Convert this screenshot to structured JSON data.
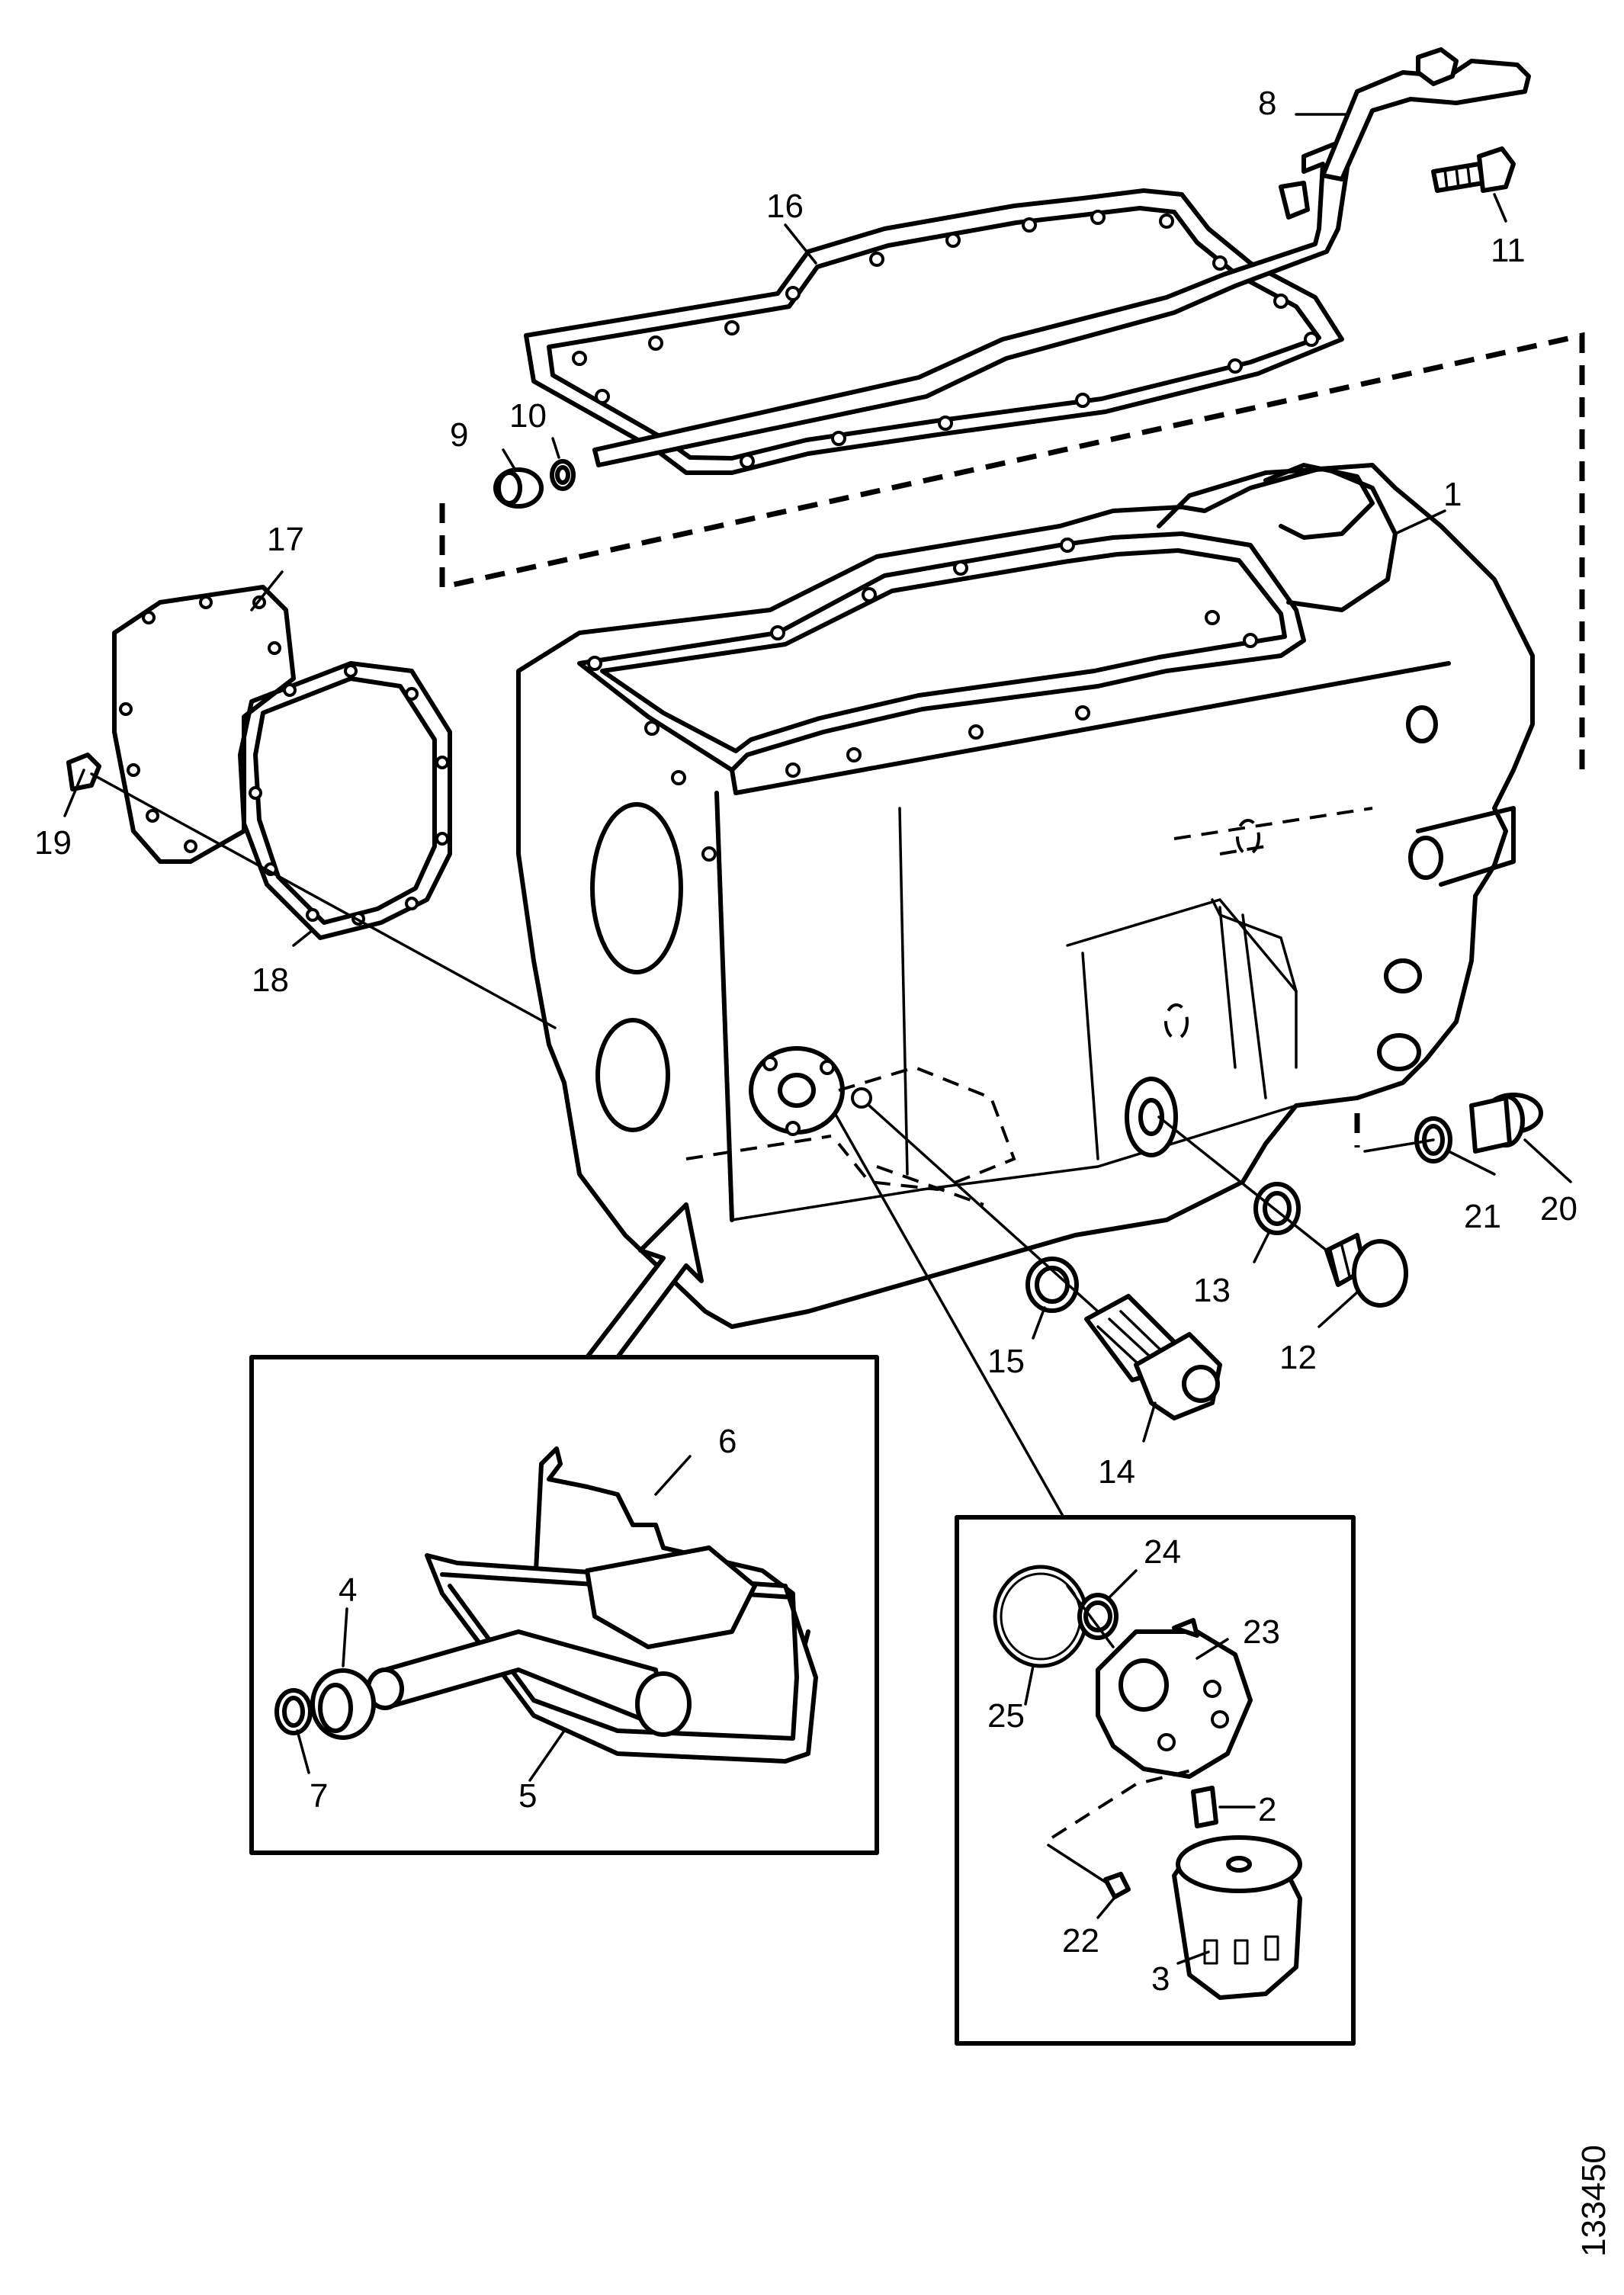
{
  "figure_id": "133450",
  "callouts": {
    "c1": "1",
    "c2": "2",
    "c3": "3",
    "c4": "4",
    "c5": "5",
    "c6": "6",
    "c7": "7",
    "c8": "8",
    "c9": "9",
    "c10": "10",
    "c11": "11",
    "c12": "12",
    "c13": "13",
    "c14": "14",
    "c15": "15",
    "c16": "16",
    "c17": "17",
    "c18": "18",
    "c19": "19",
    "c20": "20",
    "c21": "21",
    "c22": "22",
    "c23": "23",
    "c24": "24",
    "c25": "25"
  }
}
